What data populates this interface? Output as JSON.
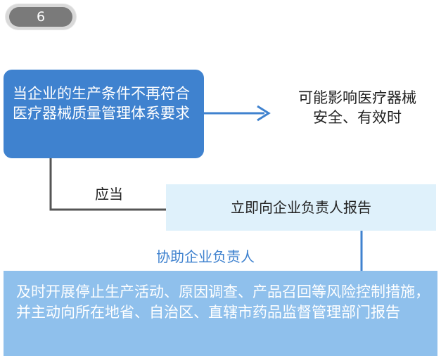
{
  "badge": {
    "number": "6"
  },
  "condition": "当企业的生产条件不再符合医疗器械质量管理体系要求",
  "consequence": {
    "line1": "可能影响医疗器械",
    "line2": "安全、有效时"
  },
  "label_should": "应当",
  "report_box": "立即向企业负责人报告",
  "label_assist": "协助企业负责人",
  "actions": "及时开展停止生产活动、原因调查、产品召回等风险控制措施，并主动向所在地省、自治区、直辖市药品监督管理部门报告",
  "colors": {
    "primary_blue": "#3f82cf",
    "light_blue_box": "#dff1fb",
    "mid_blue_box": "#8fc0ec",
    "connector_gray": "#555555",
    "badge_gray": "#7a7a7a"
  }
}
